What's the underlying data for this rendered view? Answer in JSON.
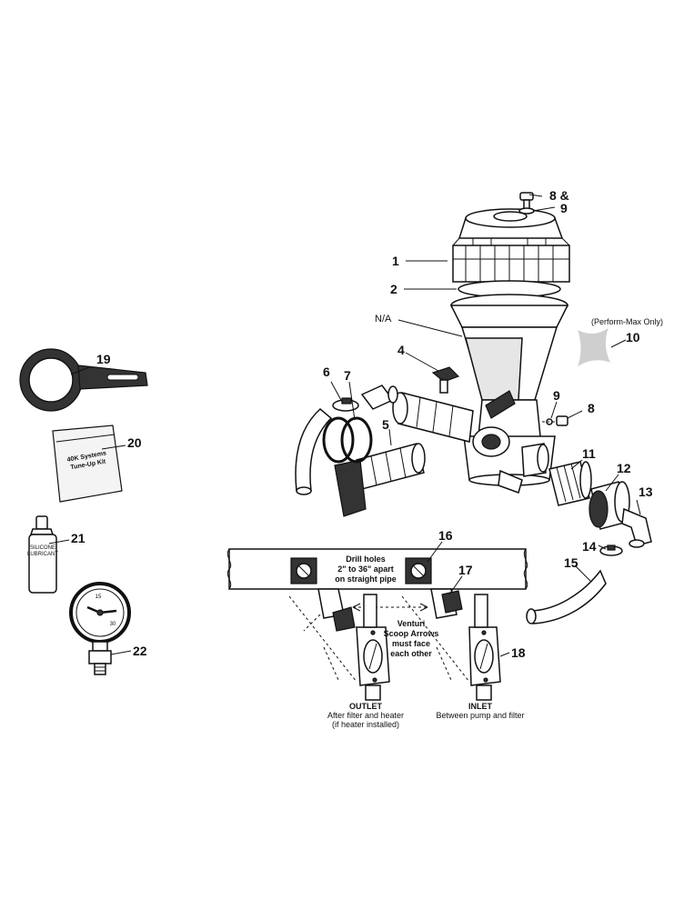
{
  "callouts": {
    "c1": "1",
    "c2": "2",
    "na": "N/A",
    "c4": "4",
    "c5": "5",
    "c6": "6",
    "c7": "7",
    "c8a": "8 &",
    "c9a": "9",
    "c8b": "8",
    "c9b": "9",
    "c10": "10",
    "c11": "11",
    "c12": "12",
    "c13": "13",
    "c14": "14",
    "c15": "15",
    "c16": "16",
    "c17": "17",
    "c18": "18",
    "c19": "19",
    "c20": "20",
    "c21": "21",
    "c22": "22"
  },
  "notes": {
    "perform_max": "(Perform-Max Only)",
    "drill_1": "Drill holes",
    "drill_2": "2\" to 36\" apart",
    "drill_3": "on straight pipe",
    "venturi_1": "Venturi",
    "venturi_2": "Scoop Arrows",
    "venturi_3": "must face",
    "venturi_4": "each other",
    "outlet_title": "OUTLET",
    "outlet_1": "After filter and heater",
    "outlet_2": "(if heater installed)",
    "inlet_title": "INLET",
    "inlet_1": "Between pump and filter"
  },
  "labels": {
    "kit_1": "40K Systems",
    "kit_2": "Tune-Up Kit",
    "bottle_1": "SILICONE",
    "bottle_2": "LUBRICANT"
  },
  "gauge": {
    "tick_15": "15",
    "tick_30": "30"
  }
}
